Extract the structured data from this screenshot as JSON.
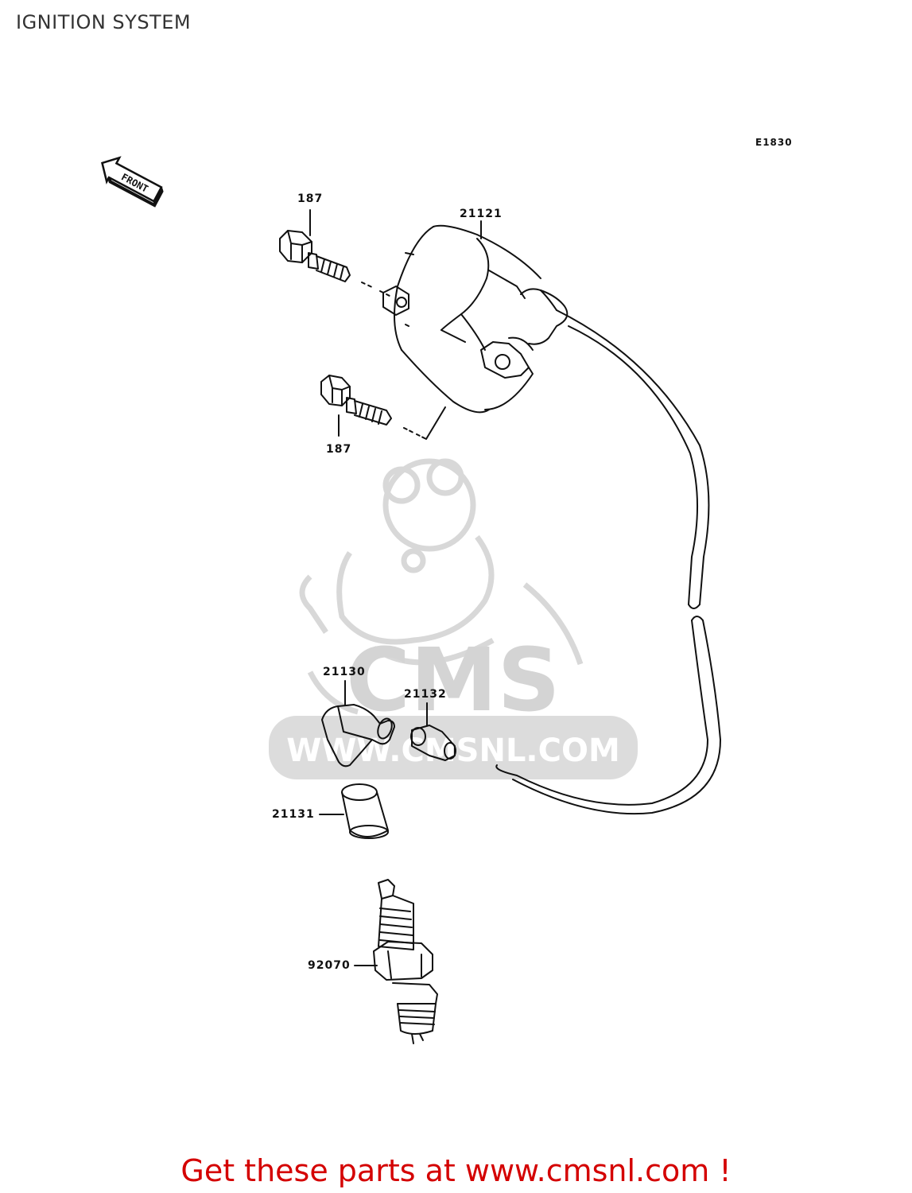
{
  "header": {
    "title": "IGNITION SYSTEM"
  },
  "diagram": {
    "code": "E1830",
    "front_label": "FRONT",
    "watermark": {
      "mark": "CMS",
      "url": "WWW.CMSNL.COM"
    },
    "parts": [
      {
        "number": "187",
        "name": "bolt-upper"
      },
      {
        "number": "21121",
        "name": "ignition-coil"
      },
      {
        "number": "187",
        "name": "bolt-lower"
      },
      {
        "number": "21130",
        "name": "plug-cap"
      },
      {
        "number": "21132",
        "name": "plug-cap-sleeve"
      },
      {
        "number": "21131",
        "name": "plug-cap-cover"
      },
      {
        "number": "92070",
        "name": "spark-plug"
      }
    ]
  },
  "footer": {
    "link_text": "Get these parts at www.cmsnl.com !"
  },
  "colors": {
    "footer_red": "#d40000",
    "line": "#111111",
    "watermark_gray": "#d8d8d8"
  }
}
